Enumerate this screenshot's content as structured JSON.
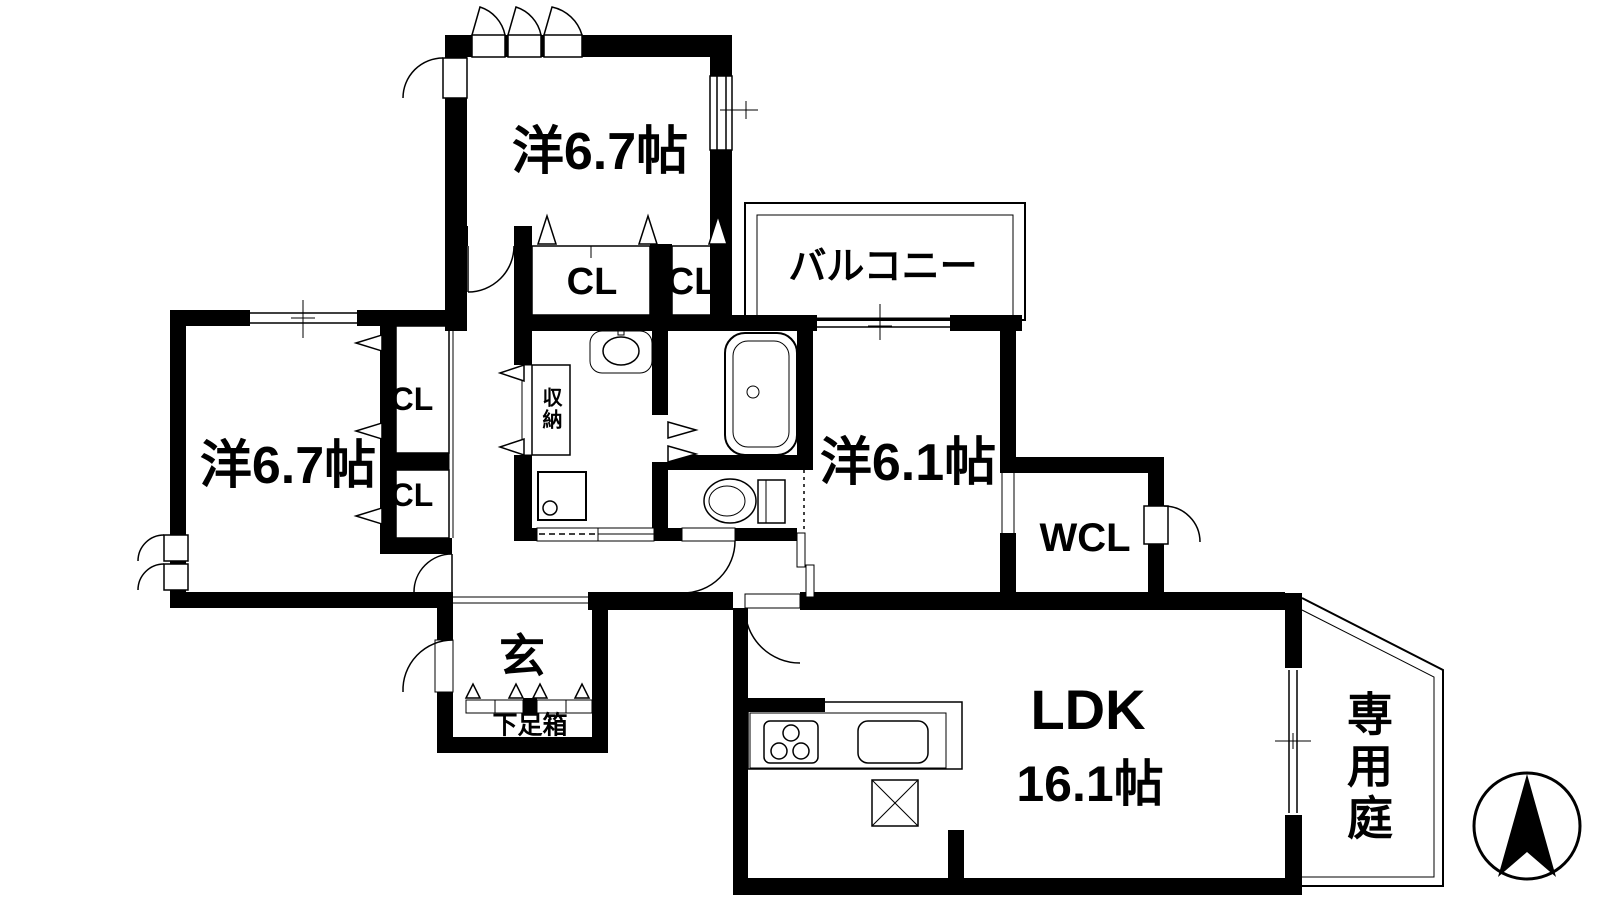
{
  "floorplan": {
    "type": "apartment-floor-plan",
    "colors": {
      "wall": "#000000",
      "background": "#ffffff"
    },
    "rooms": {
      "bedroom_top": {
        "label": "洋6.7帖"
      },
      "bedroom_left": {
        "label": "洋6.7帖"
      },
      "bedroom_right": {
        "label": "洋6.1帖"
      },
      "living": {
        "label": "LDK",
        "size": "16.1帖"
      },
      "balcony": {
        "label": "バルコニー"
      },
      "walk_in_closet": {
        "label": "WCL"
      },
      "entrance": {
        "label": "玄"
      },
      "shoe_cabinet": {
        "label": "下足箱"
      },
      "storage": {
        "label": "収納"
      },
      "private_garden": {
        "label": "専用庭"
      },
      "closet_top_1": {
        "label": "CL"
      },
      "closet_top_2": {
        "label": "CL"
      },
      "closet_left_1": {
        "label": "CL"
      },
      "closet_left_2": {
        "label": "CL"
      }
    },
    "compass": {
      "type": "north-arrow"
    }
  }
}
